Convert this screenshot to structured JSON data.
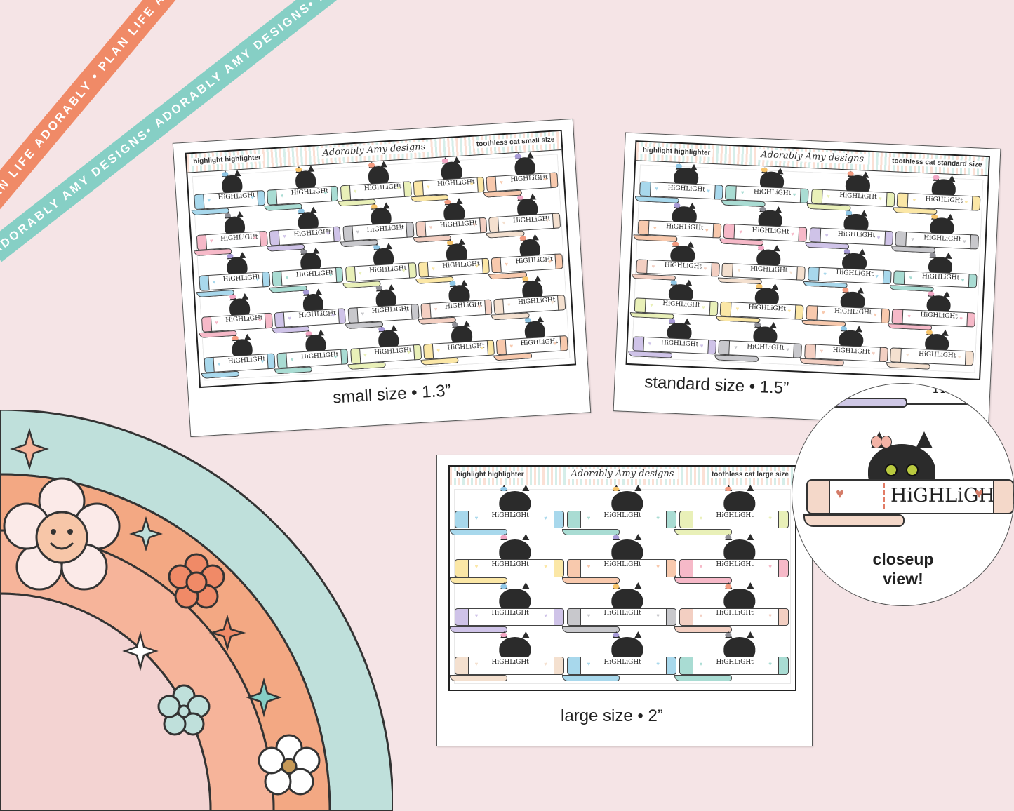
{
  "ribbons": {
    "orange_text": "PLAN LIFE ADORABLY • PLAN LIFE ADORABLY • PLAN LIFE ADORABLY • PLAN LIFE ADORABLY •",
    "teal_text": "ADORABLY AMY DESIGNS• ADORABLY AMY DESIGNS• ADORABLY AMY DESIGNS•"
  },
  "cards": [
    {
      "header_left": "highlight highlighter",
      "logo": "Adorably Amy designs",
      "header_right": "toothless cat small size",
      "size_label": "small size • 1.3”",
      "rows": 5,
      "cols": 5
    },
    {
      "header_left": "highlight highlighter",
      "logo": "Adorably Amy designs",
      "header_right": "toothless cat standard size",
      "size_label": "standard size • 1.5”",
      "rows": 5,
      "cols": 4
    },
    {
      "header_left": "highlight highlighter",
      "logo": "Adorably Amy designs",
      "header_right": "toothless cat large size",
      "size_label": "large size • 2”",
      "rows": 4,
      "cols": 3
    }
  ],
  "sticker_word": "HiGHLiGHt",
  "sticker_colors": [
    "#a8d8ec",
    "#a9dcd3",
    "#e9f0b8",
    "#fbe7a6",
    "#f8c9ad",
    "#f6b9c8",
    "#cfc3e8",
    "#c8c8cc",
    "#f3cfc2",
    "#f4e0cf"
  ],
  "bow_colors": [
    "#8fc7e6",
    "#f7c46a",
    "#f39b80",
    "#f2a6c4",
    "#a79ad6",
    "#8f8f96"
  ],
  "closeup": {
    "word": "HiGHLiGHt",
    "top_word": "HiGHLiGHt",
    "text_line1": "closeup",
    "text_line2": "view!"
  },
  "rainbow_colors": {
    "outer": "#bfe0db",
    "middle_outer": "#f3a883",
    "middle": "#f6b49a",
    "inner": "#f3d3d2",
    "accent_flower": "#f08a67",
    "teal_star": "#86cfc5",
    "smiley": "#f7c6a8"
  }
}
